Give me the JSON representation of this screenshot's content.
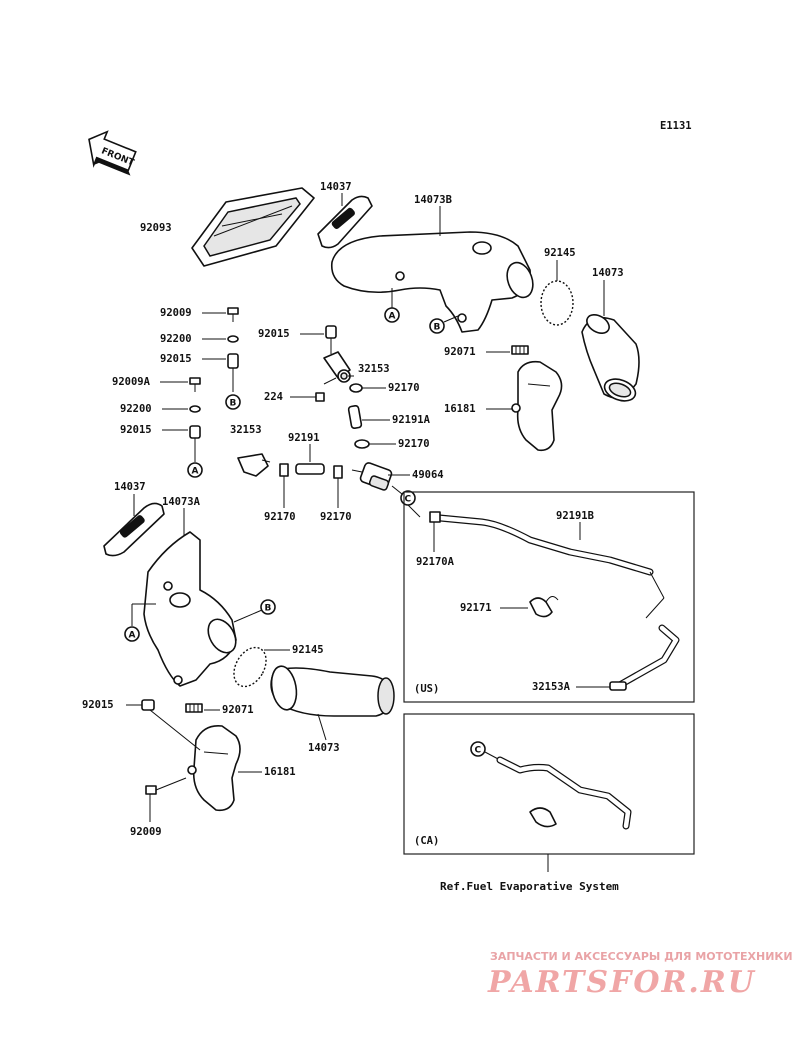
{
  "diagram_code": "E1131",
  "front_label": "FRONT",
  "part_labels": {
    "p92093": "92093",
    "p14037_top": "14037",
    "p14073B": "14073B",
    "p92145_top": "92145",
    "p14073_top": "14073",
    "p92009_a": "92009",
    "p92200_a": "92200",
    "p92015_a": "92015",
    "p92009A": "92009A",
    "p92200_b": "92200",
    "p92015_b": "92015",
    "p92015_c": "92015",
    "p32153_a": "32153",
    "p224": "224",
    "p92170_a": "92170",
    "p92191A": "92191A",
    "p92170_b": "92170",
    "p32153_b": "32153",
    "p92191": "92191",
    "p49064": "49064",
    "p92071_top": "92071",
    "p16181_top": "16181",
    "p92170_c": "92170",
    "p92170_d": "92170",
    "p14037_bot": "14037",
    "p14073A": "14073A",
    "p92170A": "92170A",
    "p92191B": "92191B",
    "p92171": "92171",
    "p32153A": "32153A",
    "p92145_bot": "92145",
    "p92015_d": "92015",
    "p92071_bot": "92071",
    "p14073_bot": "14073",
    "p16181_bot": "16181",
    "p92009_b": "92009"
  },
  "callouts": {
    "A": "A",
    "B": "B",
    "C": "C"
  },
  "regions": {
    "us": "(US)",
    "ca": "(CA)"
  },
  "reference_note": "Ref.Fuel Evaporative System",
  "watermark": {
    "tagline": "ЗАПЧАСТИ И АКСЕССУАРЫ ДЛЯ МОТОТЕХНИКИ",
    "brand": "PARTSFOR.RU"
  }
}
